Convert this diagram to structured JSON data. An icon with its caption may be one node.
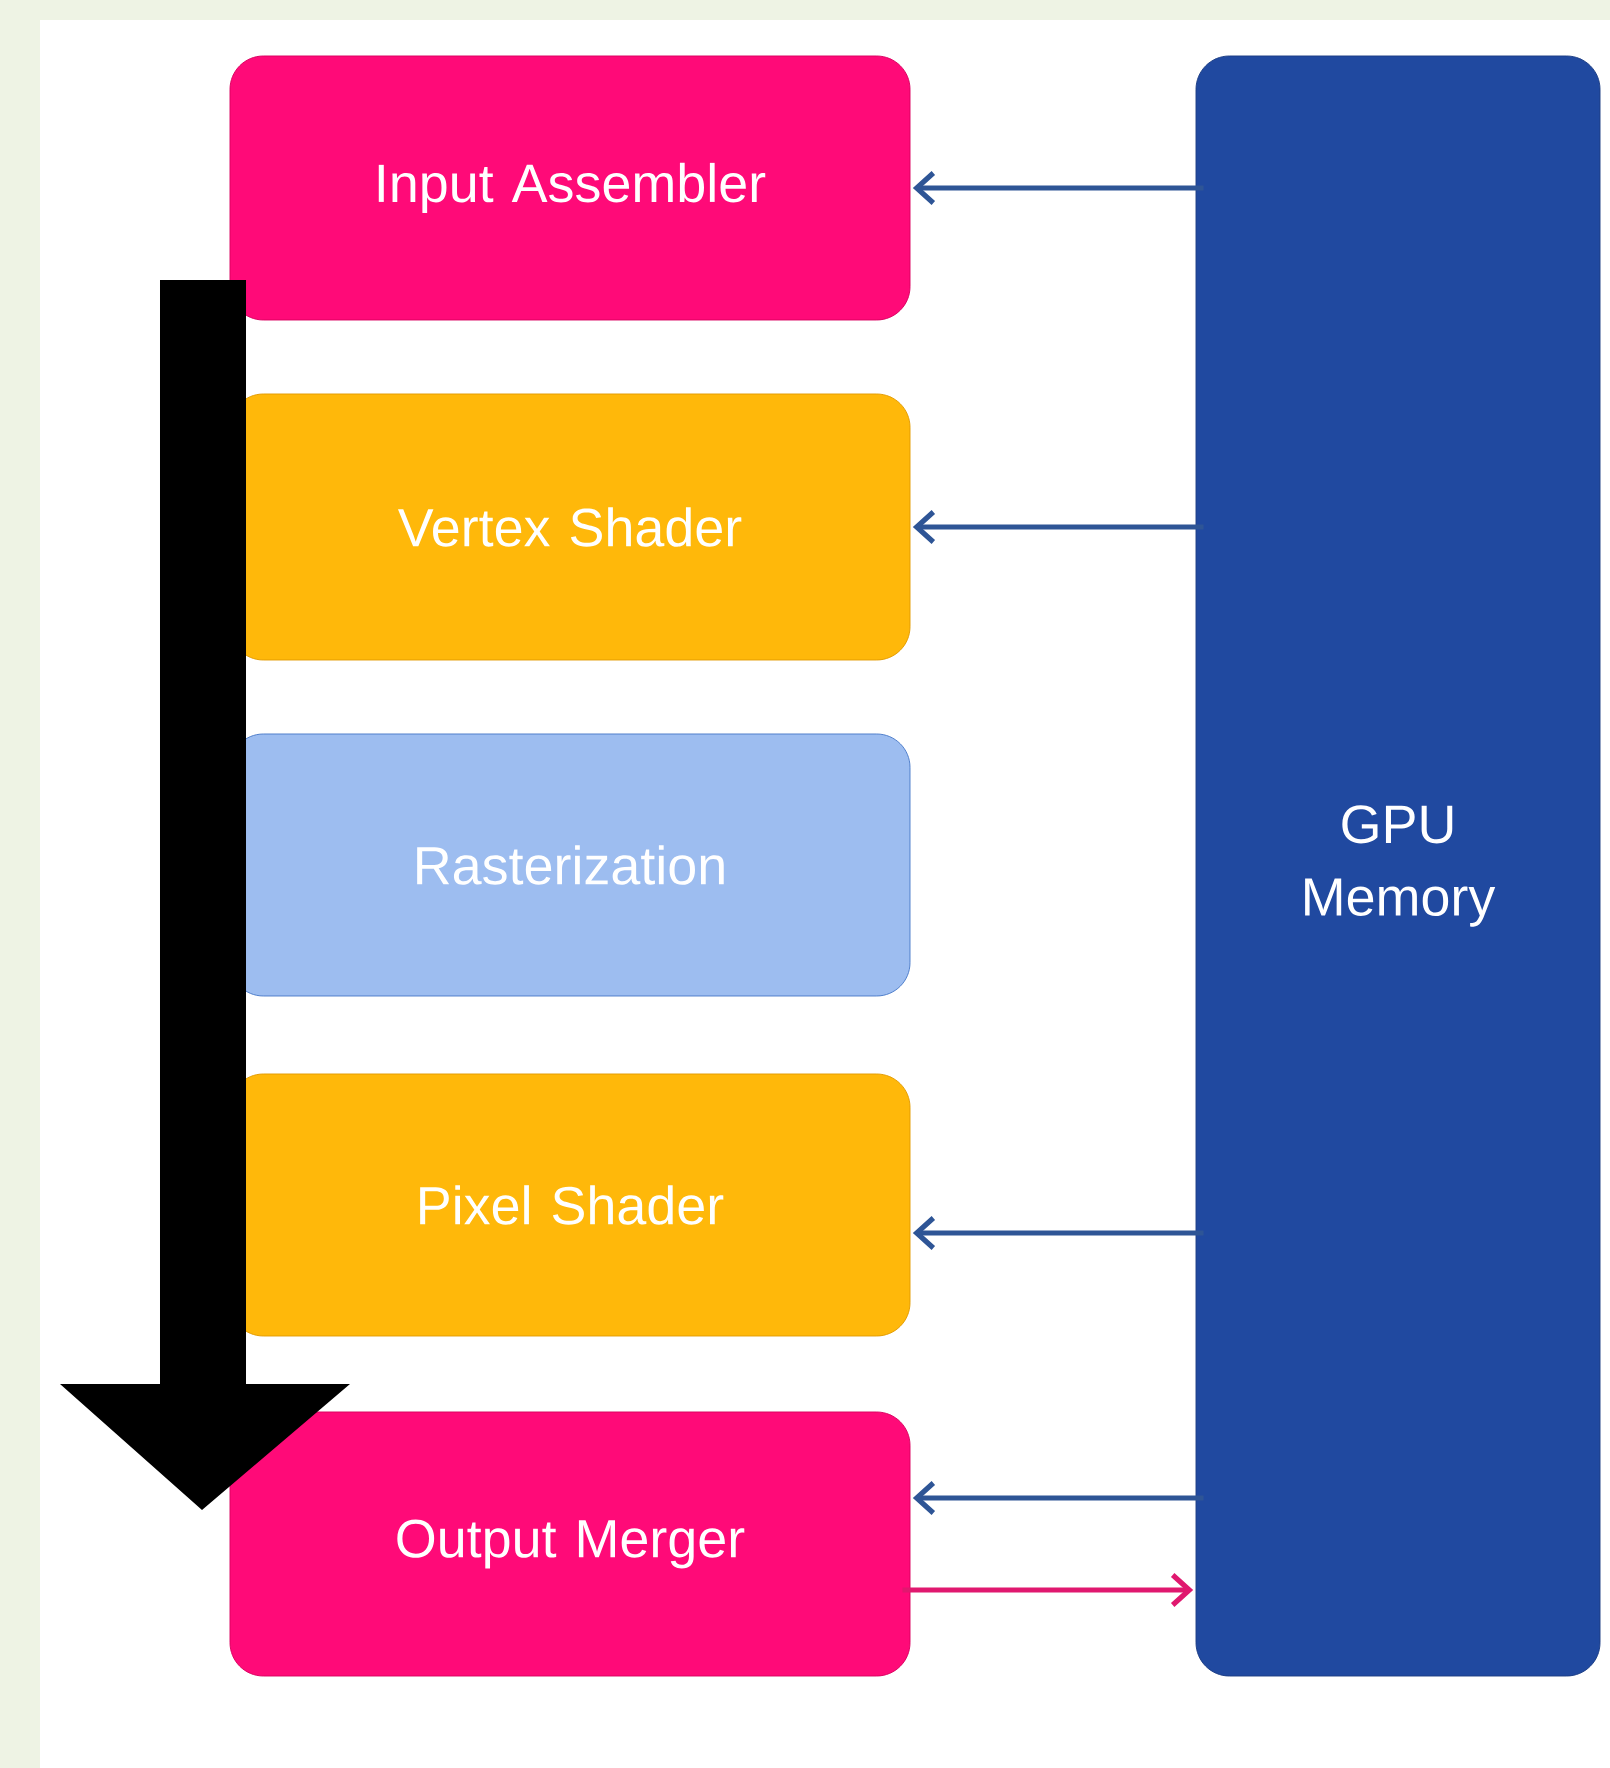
{
  "diagram": {
    "nodes": [
      {
        "text": [
          "Input Assembler"
        ]
      },
      {
        "text": [
          "Vertex Shader"
        ]
      },
      {
        "text": [
          "Rasterization"
        ]
      },
      {
        "text": [
          "Pixel Shader"
        ]
      },
      {
        "text": [
          "Output Merger"
        ]
      },
      {
        "text": [
          "GPU Memory"
        ]
      }
    ],
    "edges": [
      {
        "from": 5,
        "to": 0,
        "arrow": "to"
      },
      {
        "from": 5,
        "to": 1,
        "arrow": "to"
      },
      {
        "from": 5,
        "to": 3,
        "arrow": "to"
      },
      {
        "from": 5,
        "to": 4,
        "arrow": "to"
      },
      {
        "from": 4,
        "to": 5,
        "arrow": "to",
        "color": "#e0186f"
      }
    ]
  }
}
